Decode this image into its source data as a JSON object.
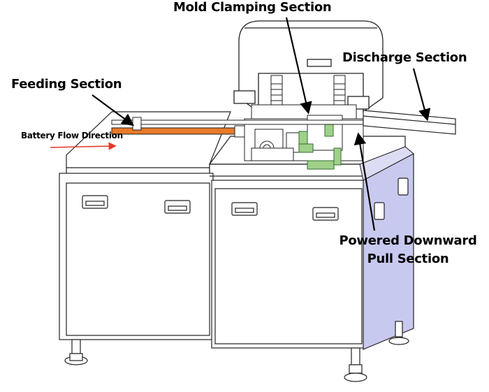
{
  "labels": {
    "mold_clamping": "Mold Clamping Section",
    "discharge": "Discharge Section",
    "feeding": "Feeding Section",
    "battery_flow": "Battery Flow Direction",
    "powered_line1": "Powered Downward",
    "powered_line2": "Pull Section"
  },
  "colors": {
    "feed_rail": "#e87a2a",
    "flow_arrow": "#e23a26",
    "green_parts": "#9fd08a",
    "side_panel": "#c8c9ef",
    "outline": "#222222"
  },
  "icons": [
    "cabinet-handle-icon",
    "arrow-icon",
    "foot-icon"
  ]
}
